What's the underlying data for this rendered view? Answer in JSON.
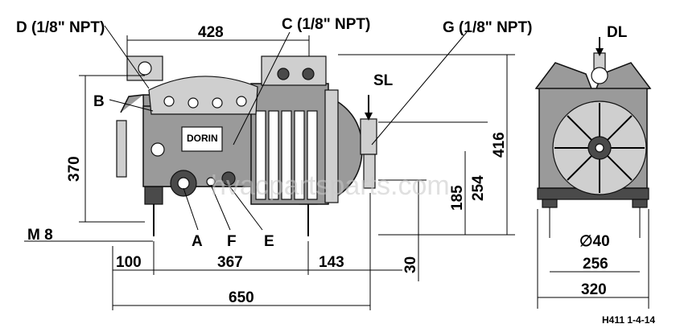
{
  "labels": {
    "d_port": "D (1/8\" NPT)",
    "c_port": "C (1/8\" NPT)",
    "g_port": "G (1/8\" NPT)",
    "b": "B",
    "sl": "SL",
    "dl": "DL",
    "a": "A",
    "f": "F",
    "e": "E",
    "m8": "M  8"
  },
  "dimensions": {
    "d428": "428",
    "d370": "370",
    "d416": "416",
    "d254": "254",
    "d185": "185",
    "d30": "30",
    "d100": "100",
    "d367": "367",
    "d143": "143",
    "d650": "650",
    "d40": "∅40",
    "d256": "256",
    "d320": "320"
  },
  "drawing_code": "H411 1-4-14",
  "watermark": "hvacpartsparts.com",
  "brand_plate": "DORIN"
}
